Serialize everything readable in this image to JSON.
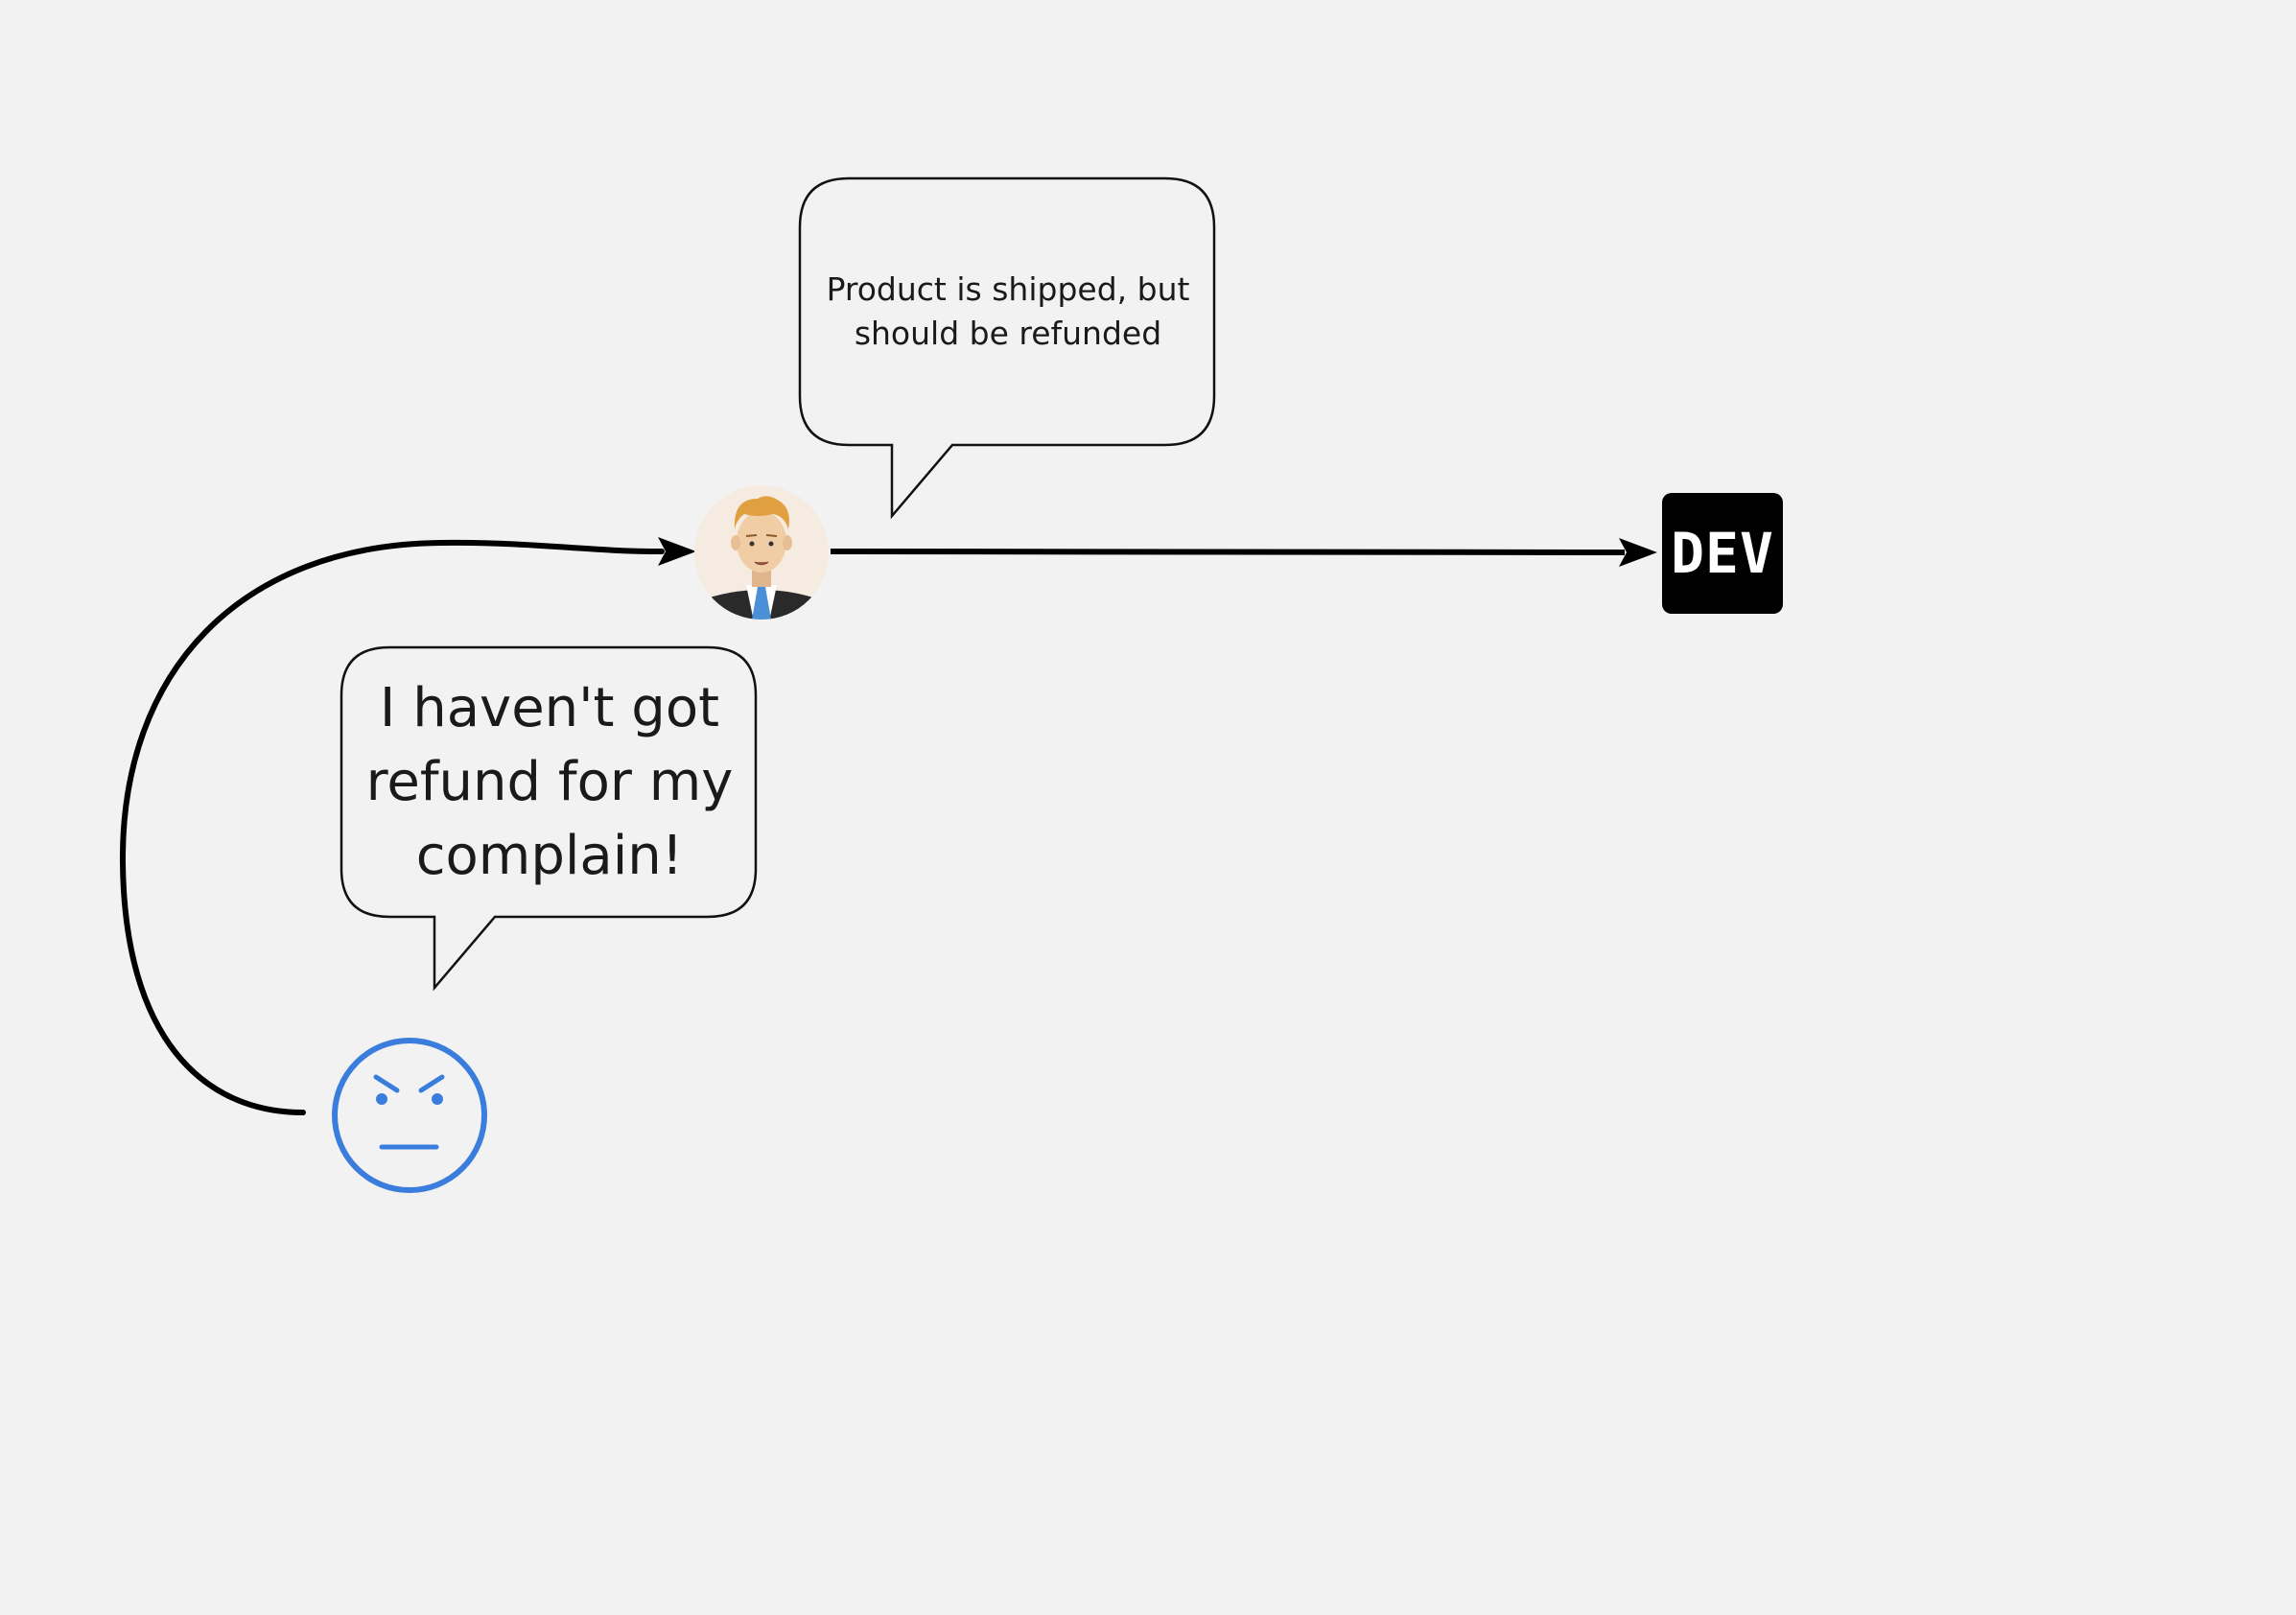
{
  "diagram": {
    "support_bubble": {
      "text": "Product is shipped, but\nshould be refunded"
    },
    "customer_bubble": {
      "text": "I haven't got\nrefund for my\ncomplain!"
    },
    "dev_logo": {
      "text": "DEV"
    },
    "colors": {
      "background": "#f2f2f2",
      "stroke": "#000000",
      "customer_face": "#3b7ddd",
      "dev_logo_bg": "#000000",
      "dev_logo_fg": "#ffffff"
    },
    "icons": {
      "customer": "angry-face-icon",
      "support": "businessman-avatar-icon",
      "developer": "dev-logo-icon"
    }
  }
}
